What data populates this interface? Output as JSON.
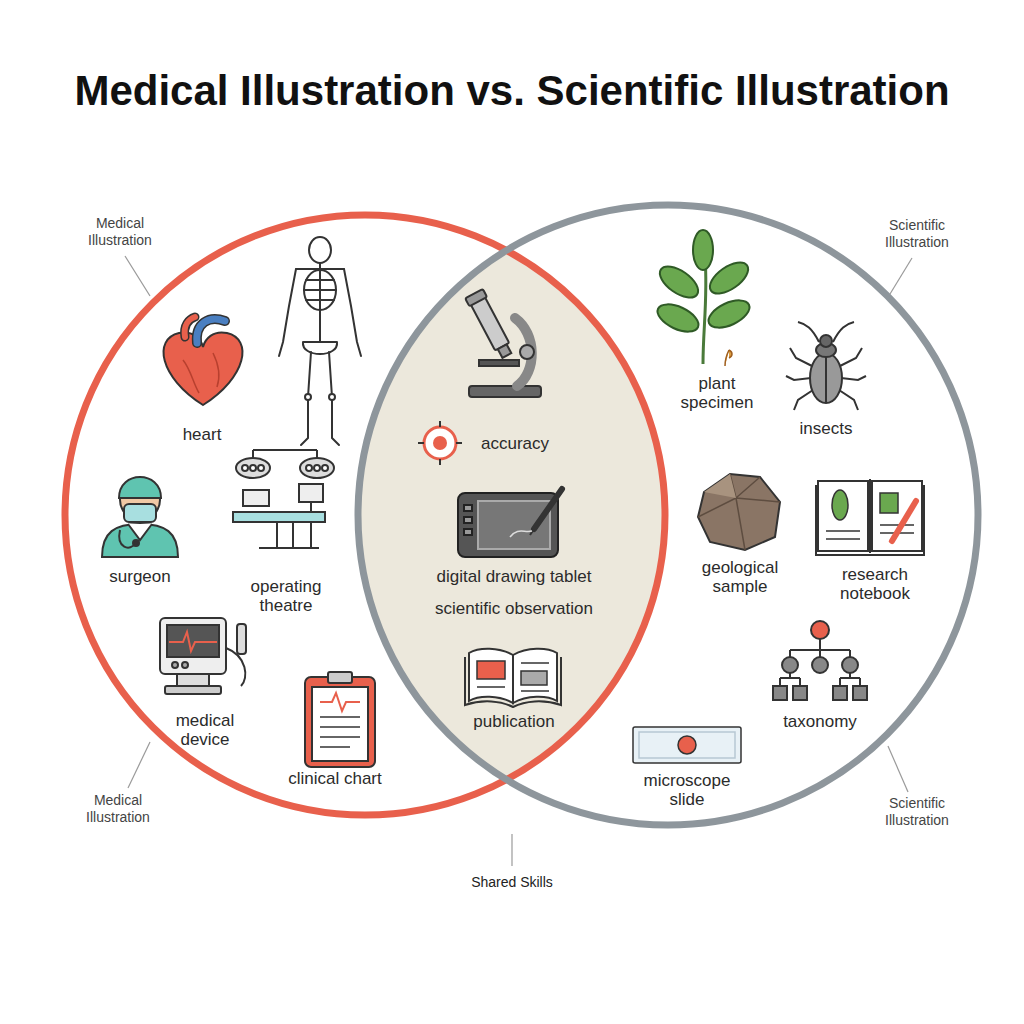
{
  "diagram": {
    "title": "Medical Illustration vs. Scientific Illustration",
    "nodes": [
      {
        "text": [
          "Medical Illustration",
          "Medical Illustration"
        ]
      },
      {
        "text": [
          "Scientific Illustration",
          "Scientific Illustration"
        ]
      },
      {
        "text": [
          "Shared Skills"
        ]
      }
    ],
    "labels": [
      "heart",
      "surgeon",
      "operating theatre",
      "medical device",
      "clinical chart",
      "accuracy",
      "digital drawing tablet",
      "scientific observation",
      "publication",
      "plant specimen",
      "insects",
      "geological sample",
      "research notebook",
      "taxonomy",
      "microscope slide"
    ]
  }
}
